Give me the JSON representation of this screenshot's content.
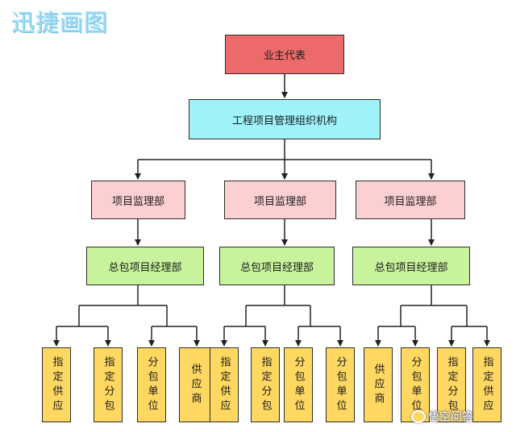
{
  "logo": {
    "text": "迅捷画图"
  },
  "diagram": {
    "top": "业主代表",
    "org": "工程项目管理组织机构",
    "branches": [
      {
        "supervision": "项目监理部",
        "contractor": "总包项目经理部",
        "leaves": [
          "指定供应",
          "指定分包",
          "分包单位",
          "供应商"
        ]
      },
      {
        "supervision": "项目监理部",
        "contractor": "总包项目经理部",
        "leaves": [
          "指定供应",
          "指定分包",
          "分包单位",
          "分包单位"
        ]
      },
      {
        "supervision": "项目监理部",
        "contractor": "总包项目经理部",
        "leaves": [
          "供应商",
          "分包单位",
          "指定分包",
          "指定供应"
        ]
      }
    ]
  },
  "watermark": {
    "text": "悟空问答",
    "icon": "chat-bubble-icon"
  },
  "colors": {
    "top": "#ec6a6a",
    "org": "#9ff2fa",
    "supervision": "#fccfd2",
    "contractor": "#c8f39c",
    "leaf": "#ffd861"
  }
}
